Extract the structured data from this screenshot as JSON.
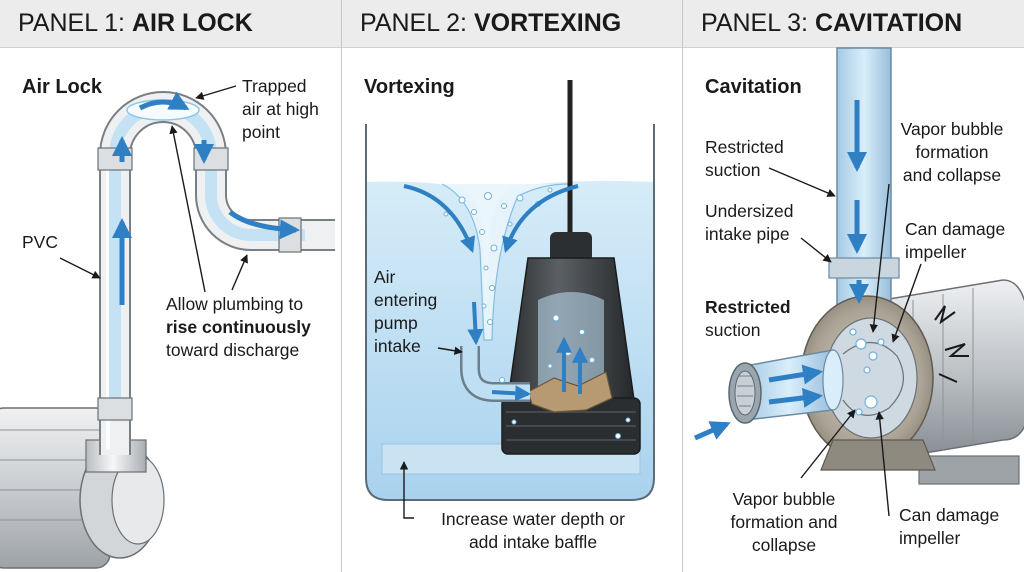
{
  "panels": [
    {
      "prefix": "PANEL 1:",
      "name": "AIR LOCK",
      "subtitle": "Air Lock",
      "labels": {
        "trapped": [
          "Trapped",
          "air at high",
          "point"
        ],
        "pvc": "PVC",
        "allow1": "Allow plumbing to",
        "allow2": "rise continuously",
        "allow3": "toward discharge"
      }
    },
    {
      "prefix": "PANEL 2:",
      "name": "VORTEXING",
      "subtitle": "Vortexing",
      "labels": {
        "air": [
          "Air",
          "entering",
          "pump",
          "intake"
        ],
        "increase1": "Increase water depth or",
        "increase2": "add intake baffle"
      }
    },
    {
      "prefix": "PANEL 3:",
      "name": "CAVITATION",
      "subtitle": "Cavitation",
      "labels": {
        "restricted_top": [
          "Restricted",
          "suction"
        ],
        "undersized": [
          "Undersized",
          "intake pipe"
        ],
        "restricted_bold": "Restricted",
        "restricted_suction": "suction",
        "vapor_top": [
          "Vapor bubble",
          "formation",
          "and collapse"
        ],
        "damage_top": [
          "Can damage",
          "impeller"
        ],
        "vapor_bottom": [
          "Vapor bubble",
          "formation and",
          "collapse"
        ],
        "damage_bottom": [
          "Can damage",
          "impeller"
        ]
      }
    }
  ],
  "colors": {
    "water": "#bfe0f4",
    "flow": "#2f7fc4",
    "pipe": "#e6e8ea",
    "pump_body": "#3a3d40"
  }
}
